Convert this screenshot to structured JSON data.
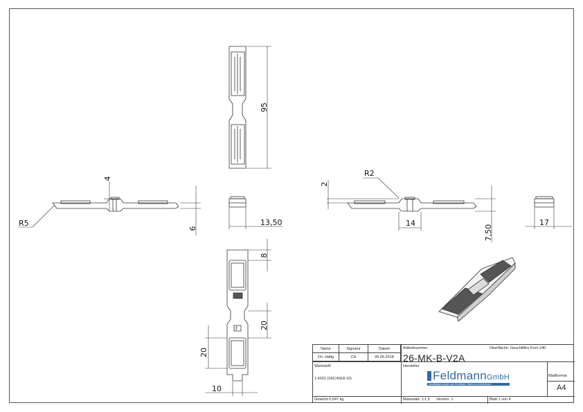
{
  "dimensions": {
    "top_length": "95",
    "side_thickness": "4",
    "side_height": "6",
    "side_radius": "R5",
    "end_width": "13,50",
    "side2_thickness": "2",
    "side2_radius": "R2",
    "side2_center_width": "14",
    "side2_height": "7,50",
    "end2_width": "17",
    "bottom_top_offset": "8",
    "bottom_mid_length": "20",
    "bottom_left_length": "20",
    "bottom_width": "10"
  },
  "titleblock": {
    "h_name": "Name",
    "h_signatur": "Signatur",
    "h_datum": "Datum",
    "h_artikel": "Artikelnummer",
    "h_oberflaeche": "Oberfläche: Geschliffen Korn 240",
    "name": "Ch. Häfig",
    "signatur": "CH",
    "datum": "05.06.2018",
    "artikelnummer": "26-MK-B-V2A",
    "werkstoff_label": "Werkstoff:",
    "werkstoff_value": "1.4301 (X5CrNi18-10)",
    "hersteller_label": "Hersteller",
    "blattformat_label": "Blattformat",
    "blattformat_value": "A4",
    "gewicht": "Gewicht 0,047 kg",
    "massstab": "Massstab: 1:1,5",
    "version": "Version: 1",
    "blatt": "Blatt 1 von 4",
    "logo_main": "Feldmann",
    "logo_suffix": "GmbH",
    "logo_tagline": "Qualitätsprodukte aus Edelstahl, Stahl und Aluminium"
  }
}
